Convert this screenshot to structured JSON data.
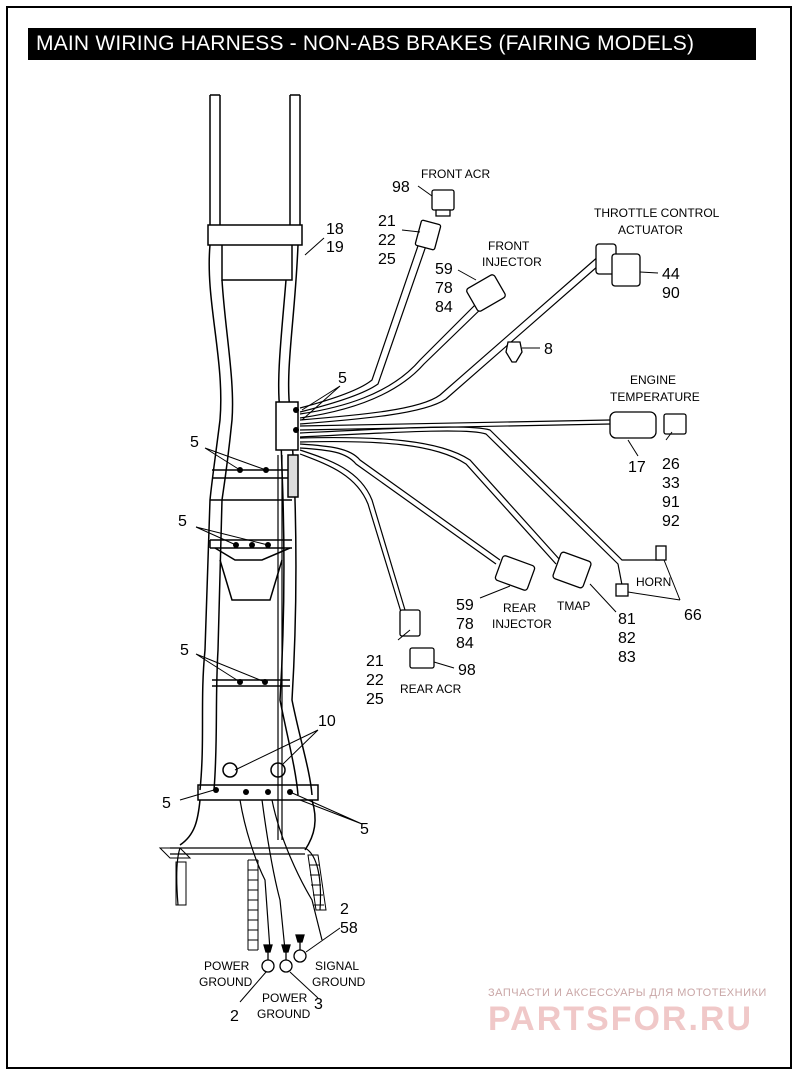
{
  "title": "MAIN WIRING HARNESS - NON-ABS BRAKES (FAIRING MODELS)",
  "labels": {
    "front_acr": "FRONT ACR",
    "throttle_control_1": "THROTTLE CONTROL",
    "throttle_control_2": "ACTUATOR",
    "front_injector_1": "FRONT",
    "front_injector_2": "INJECTOR",
    "engine_temp_1": "ENGINE",
    "engine_temp_2": "TEMPERATURE",
    "horn": "HORN",
    "rear_injector_1": "REAR",
    "rear_injector_2": "INJECTOR",
    "tmap": "TMAP",
    "rear_acr": "REAR ACR",
    "power_ground_left_1": "POWER",
    "power_ground_left_2": "GROUND",
    "power_ground_mid_1": "POWER",
    "power_ground_mid_2": "GROUND",
    "signal_ground_1": "SIGNAL",
    "signal_ground_2": "GROUND"
  },
  "callouts": {
    "c98a": "98",
    "c21a": "21",
    "c22a": "22",
    "c25a": "25",
    "c18": "18",
    "c19": "19",
    "c59a": "59",
    "c78a": "78",
    "c84a": "84",
    "c44": "44",
    "c90": "90",
    "c8": "8",
    "c5a": "5",
    "c5b": "5",
    "c5c": "5",
    "c5d": "5",
    "c5e": "5",
    "c5f": "5",
    "c17": "17",
    "c26": "26",
    "c33": "33",
    "c91": "91",
    "c92": "92",
    "c59b": "59",
    "c78b": "78",
    "c84b": "84",
    "c81": "81",
    "c82": "82",
    "c83": "83",
    "c66": "66",
    "c21b": "21",
    "c22b": "22",
    "c25b": "25",
    "c98b": "98",
    "c10": "10",
    "c2a": "2",
    "c58": "58",
    "c2b": "2",
    "c3": "3"
  },
  "watermark": {
    "tagline": "ЗАПЧАСТИ И АКСЕССУАРЫ ДЛЯ МОТОТЕХНИКИ",
    "brand": "PARTSFOR.RU"
  }
}
